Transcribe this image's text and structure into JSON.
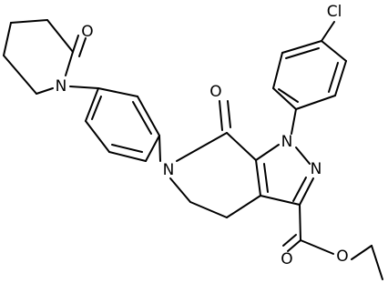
{
  "molecule": {
    "label_color": "#000000",
    "bond_color": "#000000",
    "atoms": {
      "cl": "Cl",
      "o_lactam_top": "O",
      "o_piperidinone": "O",
      "n_piperidinone": "N",
      "n_lactam": "N",
      "n1_pyrazole": "N",
      "n2_pyrazole": "N",
      "o_ester_carbonyl": "O",
      "o_ester_ether": "O"
    }
  }
}
